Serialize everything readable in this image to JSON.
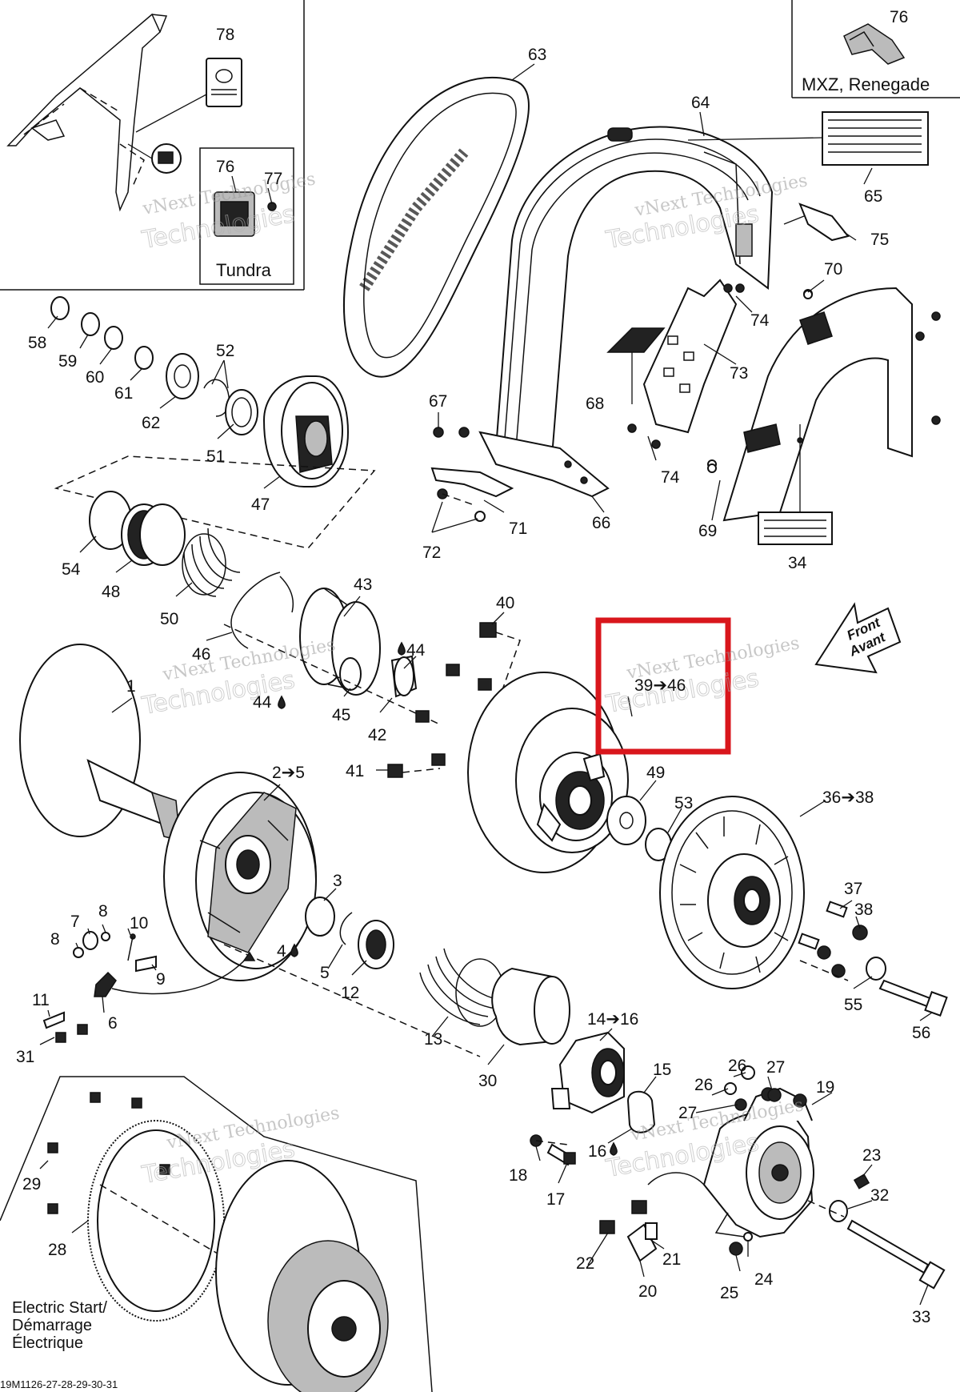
{
  "diagram_code": "19M1126-27-28-29-30-31",
  "insets": {
    "tundra_label": "Tundra",
    "mxz_label": "MXZ, Renegade",
    "electric_start_line1": "Electric Start/",
    "electric_start_line2": "Démarrage",
    "electric_start_line3": "Électrique"
  },
  "front_arrow": {
    "line1": "Front",
    "line2": "Avant"
  },
  "watermark": {
    "line1": "vNext Technologies",
    "line2": "Technologies",
    "line3": "vNext"
  },
  "highlight_color": "#d9161c",
  "callouts": [
    {
      "id": "c78",
      "text": "78"
    },
    {
      "id": "c76a",
      "text": "76"
    },
    {
      "id": "c77",
      "text": "77"
    },
    {
      "id": "c76b",
      "text": "76"
    },
    {
      "id": "c63",
      "text": "63"
    },
    {
      "id": "c64",
      "text": "64"
    },
    {
      "id": "c65",
      "text": "65"
    },
    {
      "id": "c75",
      "text": "75"
    },
    {
      "id": "c70",
      "text": "70"
    },
    {
      "id": "c74a",
      "text": "74"
    },
    {
      "id": "c73",
      "text": "73"
    },
    {
      "id": "c68",
      "text": "68"
    },
    {
      "id": "c74b",
      "text": "74"
    },
    {
      "id": "c69",
      "text": "69"
    },
    {
      "id": "c34",
      "text": "34"
    },
    {
      "id": "c67",
      "text": "67"
    },
    {
      "id": "c71",
      "text": "71"
    },
    {
      "id": "c66",
      "text": "66"
    },
    {
      "id": "c72",
      "text": "72"
    },
    {
      "id": "c58",
      "text": "58"
    },
    {
      "id": "c59",
      "text": "59"
    },
    {
      "id": "c60",
      "text": "60"
    },
    {
      "id": "c61",
      "text": "61"
    },
    {
      "id": "c62",
      "text": "62"
    },
    {
      "id": "c52",
      "text": "52"
    },
    {
      "id": "c51",
      "text": "51"
    },
    {
      "id": "c47",
      "text": "47"
    },
    {
      "id": "c54",
      "text": "54"
    },
    {
      "id": "c48",
      "text": "48"
    },
    {
      "id": "c50",
      "text": "50"
    },
    {
      "id": "c43",
      "text": "43"
    },
    {
      "id": "c46",
      "text": "46"
    },
    {
      "id": "c44a",
      "text": "44"
    },
    {
      "id": "c44b",
      "text": "44"
    },
    {
      "id": "c45",
      "text": "45"
    },
    {
      "id": "c42",
      "text": "42"
    },
    {
      "id": "c40",
      "text": "40"
    },
    {
      "id": "c41",
      "text": "41"
    },
    {
      "id": "c1",
      "text": "1"
    },
    {
      "id": "c2_5",
      "text": "2➔5"
    },
    {
      "id": "c39_46",
      "text": "39➔46"
    },
    {
      "id": "c49",
      "text": "49"
    },
    {
      "id": "c53",
      "text": "53"
    },
    {
      "id": "c36_38",
      "text": "36➔38"
    },
    {
      "id": "c37",
      "text": "37"
    },
    {
      "id": "c38",
      "text": "38"
    },
    {
      "id": "c55",
      "text": "55"
    },
    {
      "id": "c56",
      "text": "56"
    },
    {
      "id": "c3",
      "text": "3"
    },
    {
      "id": "c4",
      "text": "4"
    },
    {
      "id": "c5",
      "text": "5"
    },
    {
      "id": "c12",
      "text": "12"
    },
    {
      "id": "c7",
      "text": "7"
    },
    {
      "id": "c8a",
      "text": "8"
    },
    {
      "id": "c8b",
      "text": "8"
    },
    {
      "id": "c10",
      "text": "10"
    },
    {
      "id": "c9",
      "text": "9"
    },
    {
      "id": "c11",
      "text": "11"
    },
    {
      "id": "c6",
      "text": "6"
    },
    {
      "id": "c31",
      "text": "31"
    },
    {
      "id": "c13",
      "text": "13"
    },
    {
      "id": "c30",
      "text": "30"
    },
    {
      "id": "c14_16",
      "text": "14➔16"
    },
    {
      "id": "c15",
      "text": "15"
    },
    {
      "id": "c16",
      "text": "16"
    },
    {
      "id": "c18",
      "text": "18"
    },
    {
      "id": "c17",
      "text": "17"
    },
    {
      "id": "c26a",
      "text": "26"
    },
    {
      "id": "c27a",
      "text": "27"
    },
    {
      "id": "c26b",
      "text": "26"
    },
    {
      "id": "c27b",
      "text": "27"
    },
    {
      "id": "c19",
      "text": "19"
    },
    {
      "id": "c23",
      "text": "23"
    },
    {
      "id": "c32",
      "text": "32"
    },
    {
      "id": "c22",
      "text": "22"
    },
    {
      "id": "c21",
      "text": "21"
    },
    {
      "id": "c20",
      "text": "20"
    },
    {
      "id": "c25",
      "text": "25"
    },
    {
      "id": "c24",
      "text": "24"
    },
    {
      "id": "c33",
      "text": "33"
    },
    {
      "id": "c29",
      "text": "29"
    },
    {
      "id": "c28",
      "text": "28"
    }
  ]
}
